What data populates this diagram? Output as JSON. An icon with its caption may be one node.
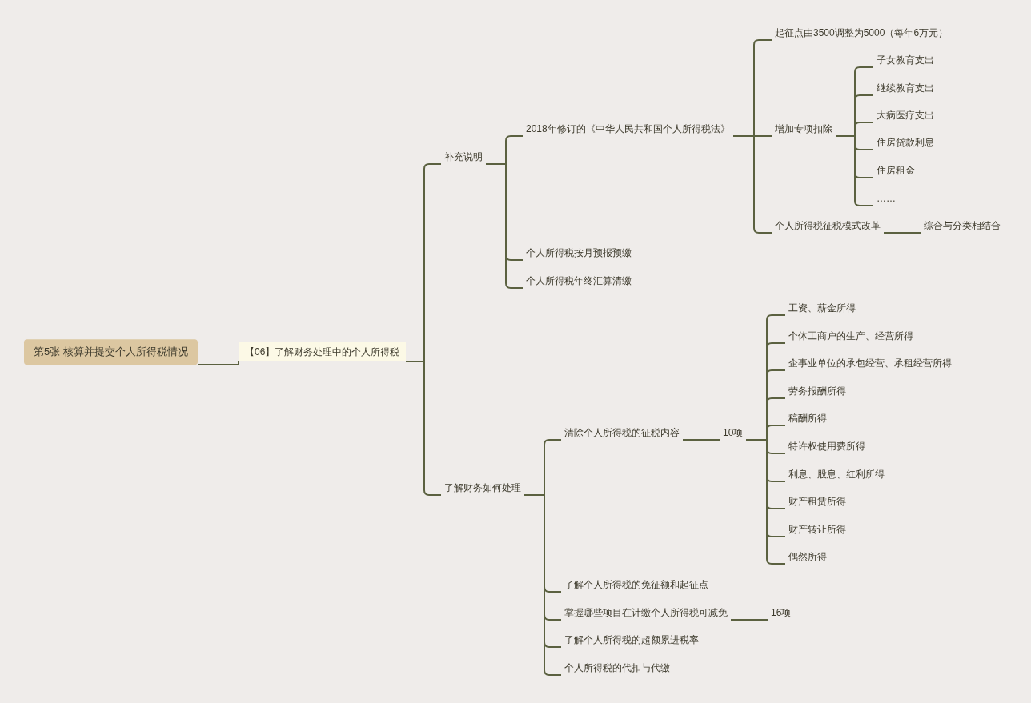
{
  "diagram": {
    "nodes": [
      {
        "text": [
          "第5张 核算并提交个人所得税情况"
        ]
      },
      {
        "text": [
          "【06】了解财务处理中的个人所得税"
        ]
      },
      {
        "text": [
          "补充说明"
        ]
      },
      {
        "text": [
          "2018年修订的《中华人民共和国个人所得税法》"
        ]
      },
      {
        "text": [
          "起征点由3500调整为5000（每年6万元）"
        ]
      },
      {
        "text": [
          "增加专项扣除"
        ]
      },
      {
        "text": [
          "子女教育支出"
        ]
      },
      {
        "text": [
          "继续教育支出"
        ]
      },
      {
        "text": [
          "大病医疗支出"
        ]
      },
      {
        "text": [
          "住房贷款利息"
        ]
      },
      {
        "text": [
          "住房租金"
        ]
      },
      {
        "text": [
          "……"
        ]
      },
      {
        "text": [
          "个人所得税征税模式改革"
        ]
      },
      {
        "text": [
          "综合与分类相结合"
        ]
      },
      {
        "text": [
          "个人所得税按月预报预缴"
        ]
      },
      {
        "text": [
          "个人所得税年终汇算清缴"
        ]
      },
      {
        "text": [
          "了解财务如何处理"
        ]
      },
      {
        "text": [
          "清除个人所得税的征税内容"
        ]
      },
      {
        "text": [
          "10项"
        ]
      },
      {
        "text": [
          "工资、薪金所得"
        ]
      },
      {
        "text": [
          "个体工商户的生产、经营所得"
        ]
      },
      {
        "text": [
          "企事业单位的承包经营、承租经营所得"
        ]
      },
      {
        "text": [
          "劳务报酬所得"
        ]
      },
      {
        "text": [
          "稿酬所得"
        ]
      },
      {
        "text": [
          "特许权使用费所得"
        ]
      },
      {
        "text": [
          "利息、股息、红利所得"
        ]
      },
      {
        "text": [
          "财产租赁所得"
        ]
      },
      {
        "text": [
          "财产转让所得"
        ]
      },
      {
        "text": [
          "偶然所得"
        ]
      },
      {
        "text": [
          "了解个人所得税的免征额和起征点"
        ]
      },
      {
        "text": [
          "掌握哪些项目在计缴个人所得税可减免"
        ]
      },
      {
        "text": [
          "16项"
        ]
      },
      {
        "text": [
          "了解个人所得税的超额累进税率"
        ]
      },
      {
        "text": [
          "个人所得税的代扣与代缴"
        ]
      }
    ],
    "edges": [
      {
        "from": 0,
        "to": 1,
        "arrow": "none"
      },
      {
        "from": 1,
        "to": 2,
        "arrow": "none"
      },
      {
        "from": 1,
        "to": 16,
        "arrow": "none"
      },
      {
        "from": 2,
        "to": 3,
        "arrow": "none"
      },
      {
        "from": 2,
        "to": 14,
        "arrow": "none"
      },
      {
        "from": 2,
        "to": 15,
        "arrow": "none"
      },
      {
        "from": 3,
        "to": 4,
        "arrow": "none"
      },
      {
        "from": 3,
        "to": 5,
        "arrow": "none"
      },
      {
        "from": 3,
        "to": 12,
        "arrow": "none"
      },
      {
        "from": 5,
        "to": 6,
        "arrow": "none"
      },
      {
        "from": 5,
        "to": 7,
        "arrow": "none"
      },
      {
        "from": 5,
        "to": 8,
        "arrow": "none"
      },
      {
        "from": 5,
        "to": 9,
        "arrow": "none"
      },
      {
        "from": 5,
        "to": 10,
        "arrow": "none"
      },
      {
        "from": 5,
        "to": 11,
        "arrow": "none"
      },
      {
        "from": 12,
        "to": 13,
        "arrow": "none"
      },
      {
        "from": 16,
        "to": 17,
        "arrow": "none"
      },
      {
        "from": 16,
        "to": 29,
        "arrow": "none"
      },
      {
        "from": 16,
        "to": 30,
        "arrow": "none"
      },
      {
        "from": 16,
        "to": 32,
        "arrow": "none"
      },
      {
        "from": 16,
        "to": 33,
        "arrow": "none"
      },
      {
        "from": 17,
        "to": 18,
        "arrow": "none"
      },
      {
        "from": 18,
        "to": 19,
        "arrow": "none"
      },
      {
        "from": 18,
        "to": 20,
        "arrow": "none"
      },
      {
        "from": 18,
        "to": 21,
        "arrow": "none"
      },
      {
        "from": 18,
        "to": 22,
        "arrow": "none"
      },
      {
        "from": 18,
        "to": 23,
        "arrow": "none"
      },
      {
        "from": 18,
        "to": 24,
        "arrow": "none"
      },
      {
        "from": 18,
        "to": 25,
        "arrow": "none"
      },
      {
        "from": 18,
        "to": 26,
        "arrow": "none"
      },
      {
        "from": 18,
        "to": 27,
        "arrow": "none"
      },
      {
        "from": 18,
        "to": 28,
        "arrow": "none"
      },
      {
        "from": 30,
        "to": 31,
        "arrow": "none"
      }
    ]
  }
}
